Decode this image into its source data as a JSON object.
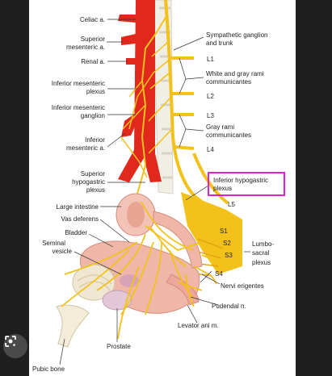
{
  "labels": {
    "celiac": "Celiac a.",
    "sup_mes_1": "Superior",
    "sup_mes_2": "mesenteric a.",
    "renal": "Renal a.",
    "inf_mes_plexus_1": "Inferior mesenteric",
    "inf_mes_plexus_2": "plexus",
    "inf_mes_gang_1": "Inferior mesenteric",
    "inf_mes_gang_2": "ganglion",
    "inf_mes_a_1": "Inferior",
    "inf_mes_a_2": "mesenteric a.",
    "sup_hypo_1": "Superior",
    "sup_hypo_2": "hypogastric",
    "sup_hypo_3": "plexus",
    "large_intestine": "Large intestine",
    "vas_deferens": "Vas deferens",
    "bladder": "Bladder",
    "seminal_1": "Seminal",
    "seminal_2": "vesicle",
    "prostate": "Prostate",
    "pubic_bone": "Pubic bone",
    "symp_1": "Sympathetic ganglion",
    "symp_2": "and trunk",
    "L1": "L1",
    "white_gray_1": "White and gray rami",
    "white_gray_2": "communicantes",
    "L2": "L2",
    "L3": "L3",
    "gray_rami_1": "Gray rami",
    "gray_rami_2": "communicantes",
    "L4": "L4",
    "inf_hypo_1": "Inferior hypogastric",
    "inf_hypo_2": "plexus",
    "L5": "L5",
    "S1": "S1",
    "S2": "S2",
    "S3": "S3",
    "S4": "S4",
    "lumbo_1": "Lumbo-",
    "lumbo_2": "sacral",
    "lumbo_3": "plexus",
    "nervi": "Nervi erigentes",
    "pudendal": "Pudendal n.",
    "levator": "Levator ani m."
  },
  "colors": {
    "nerve": "#f2c21b",
    "artery": "#e0281c",
    "highlight": "#e020d0",
    "tissue": "#f0b7a8"
  },
  "icons": {
    "lens": "google-lens-icon"
  }
}
